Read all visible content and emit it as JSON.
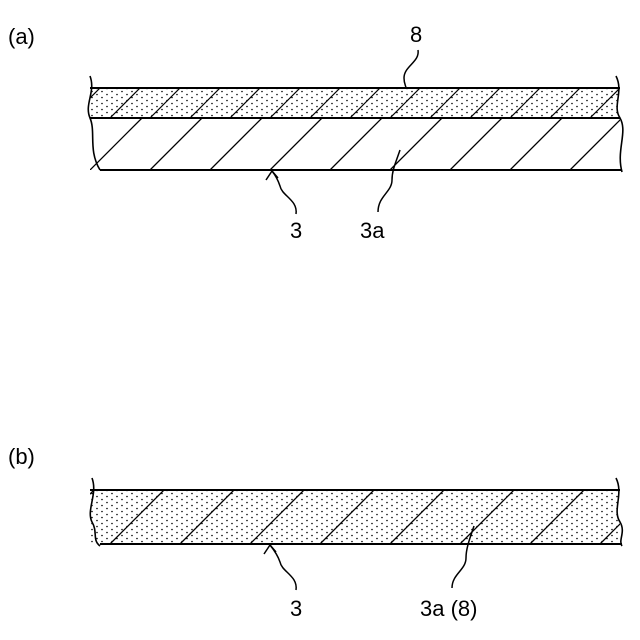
{
  "panel_a": {
    "tag": "(a)",
    "coating_label": "8",
    "substrate_label": "3",
    "substrate_region_label": "3a"
  },
  "panel_b": {
    "tag": "(b)",
    "substrate_label": "3",
    "combined_region_label": "3a (8)"
  },
  "colors": {
    "ink": "#000000",
    "background": "#ffffff"
  }
}
